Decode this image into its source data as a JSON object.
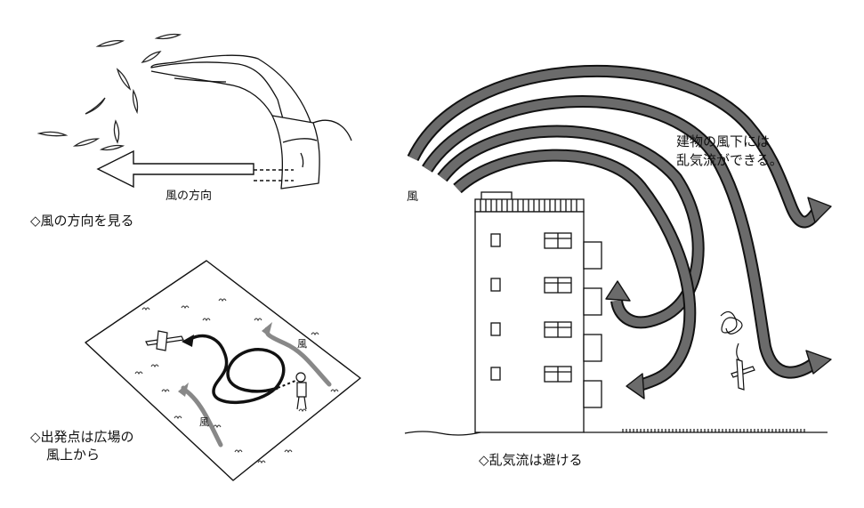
{
  "panel_wind_check": {
    "arrow_label": "風の方向",
    "caption": "◇風の方向を見る"
  },
  "panel_field": {
    "wind_label_right": "風",
    "wind_label_left": "風",
    "caption_line1": "◇出発点は広場の",
    "caption_line2": "風上から"
  },
  "panel_building": {
    "wind_label": "風",
    "note_line1": "建物の風下には",
    "note_line2": "乱気流ができる。",
    "caption": "◇乱気流は避ける"
  },
  "colors": {
    "wind_band": "#6b6b6b",
    "ink": "#111111"
  }
}
